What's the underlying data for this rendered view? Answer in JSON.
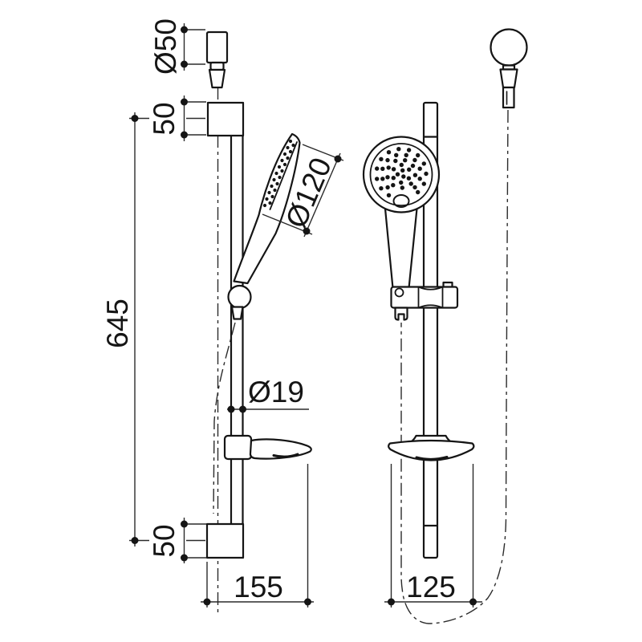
{
  "drawing": {
    "background_color": "#ffffff",
    "line_color": "#151515",
    "dimension_color": "#2b2b2b",
    "views": {
      "side": {
        "dimensions": {
          "outlet_diameter": "Ø50",
          "top_bracket": "50",
          "rail_length": "645",
          "handset_diameter": "Ø120",
          "rail_diameter": "Ø19",
          "bottom_bracket": "50",
          "depth": "155"
        }
      },
      "front": {
        "dimensions": {
          "soap_dish_width": "125"
        }
      }
    }
  }
}
